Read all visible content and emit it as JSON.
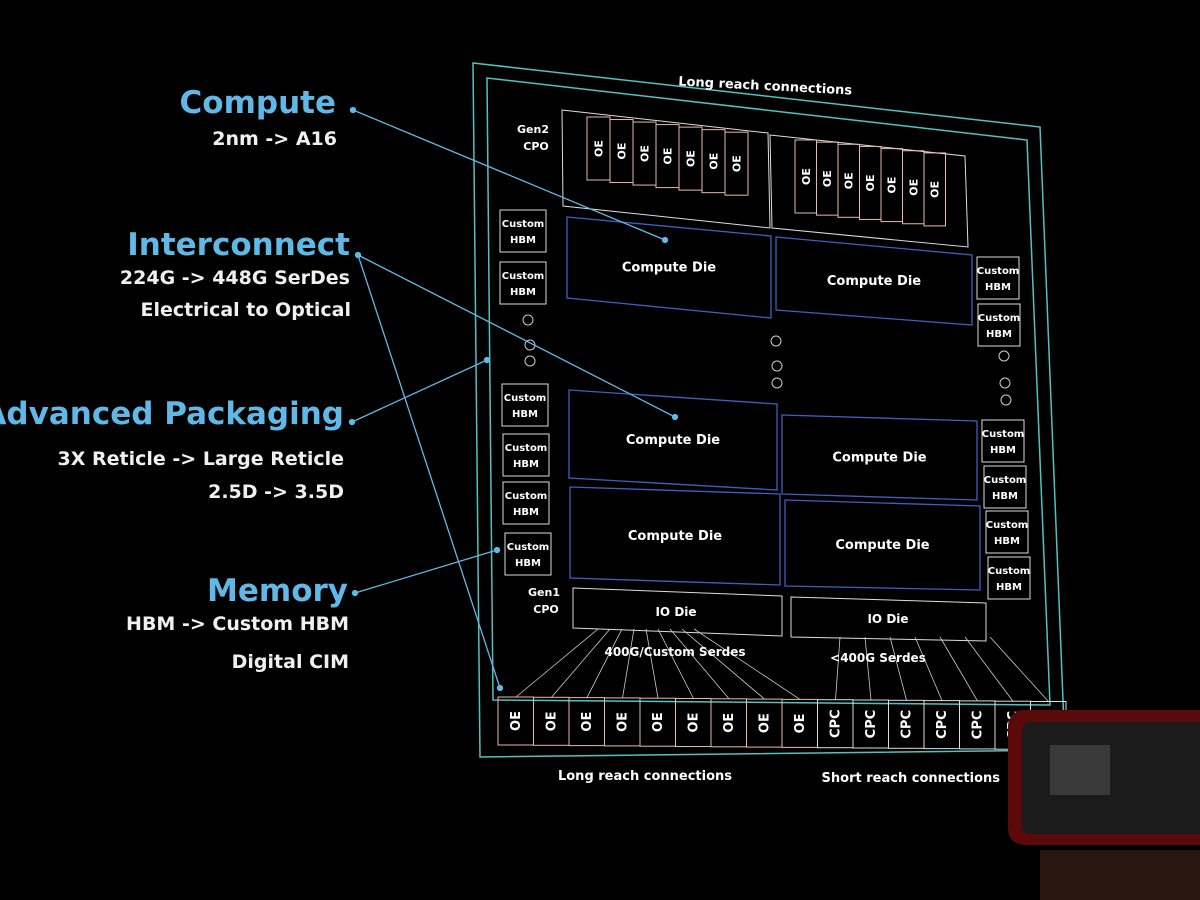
{
  "colors": {
    "frame": "#4fc3c0",
    "die": "#3e5fbf",
    "oe": "#e8b8a8",
    "leader": "#5fb8e6",
    "white": "#ffffff"
  },
  "callouts": [
    {
      "title": "Compute",
      "lines": [
        "2nm -> A16"
      ]
    },
    {
      "title": "Interconnect",
      "lines": [
        "224G -> 448G SerDes",
        "Electrical to Optical"
      ]
    },
    {
      "title": "Advanced Packaging",
      "lines": [
        "3X Reticle -> Large Reticle",
        "2.5D -> 3.5D"
      ]
    },
    {
      "title": "Memory",
      "lines": [
        "HBM -> Custom HBM",
        "Digital CIM"
      ]
    }
  ],
  "diagram": {
    "top_label": "Long reach connections",
    "gen2": [
      "Gen2",
      "CPO"
    ],
    "gen1": [
      "Gen1",
      "CPO"
    ],
    "oe_label": "OE",
    "cpc_label": "CPC",
    "compute_die": "Compute Die",
    "hbm": [
      "Custom",
      "HBM"
    ],
    "io_die": "IO Die",
    "serdes_left": "400G/Custom Serdes",
    "serdes_right": "<400G Serdes",
    "bottom_left": "Long reach connections",
    "bottom_right": "Short reach connections",
    "bottom_oe_count": 9,
    "bottom_cpc_count": 6
  }
}
